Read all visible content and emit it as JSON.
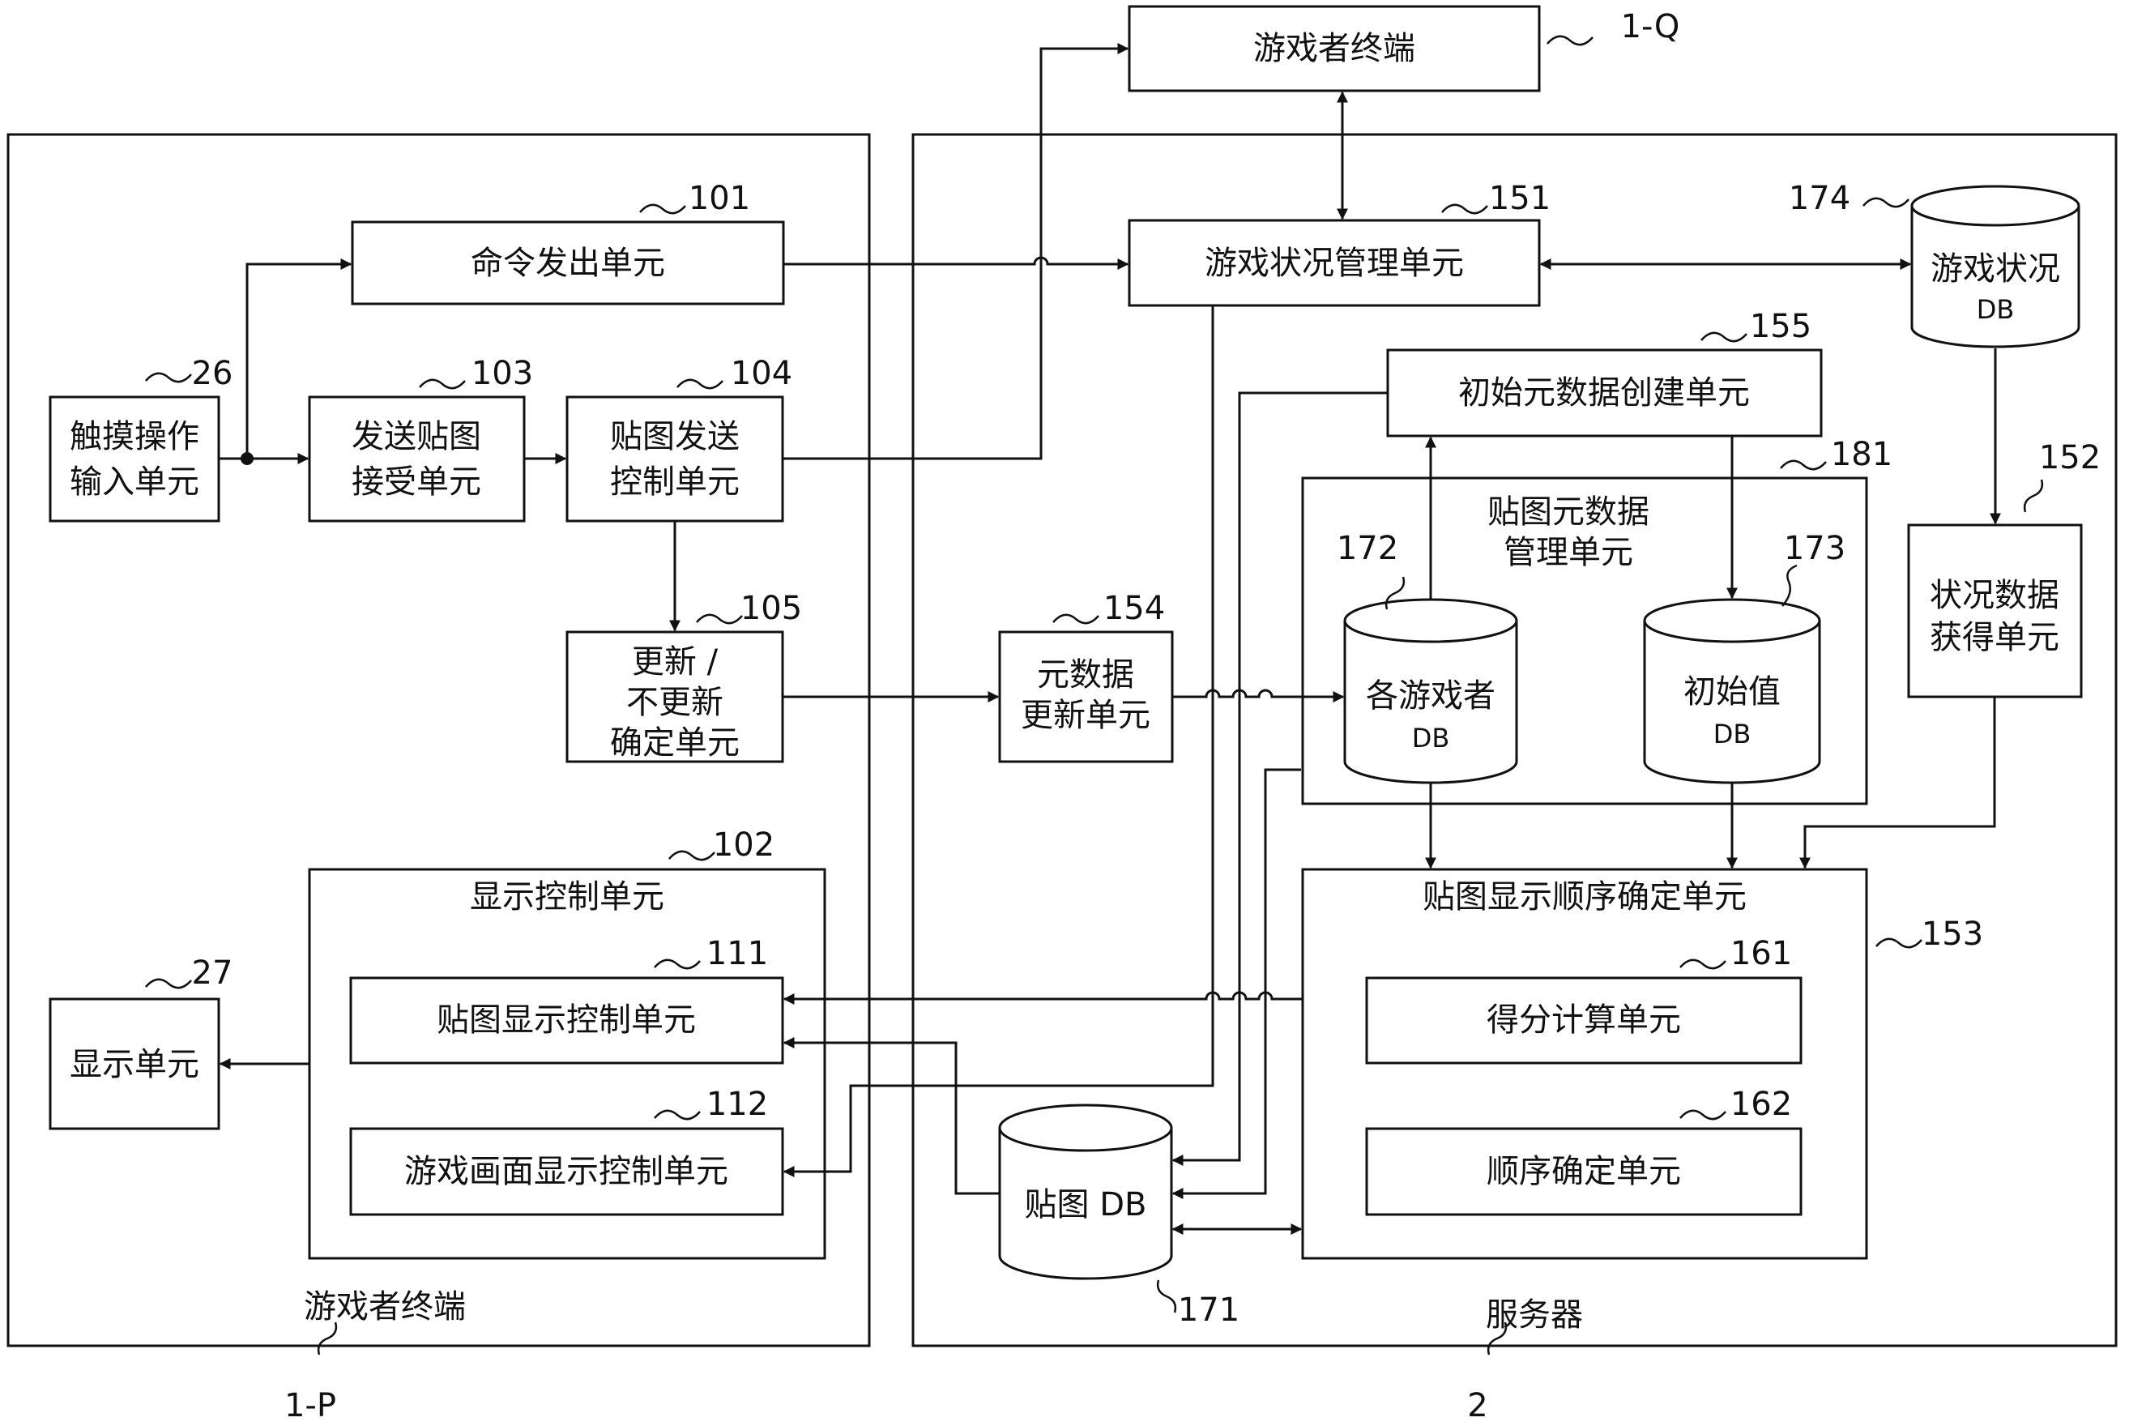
{
  "terminal_p": {
    "frame_label": "游戏者终端",
    "ref": "1-P",
    "touch_input": {
      "ref": "26",
      "lines": [
        "触摸操作",
        "输入单元"
      ]
    },
    "command_issue": {
      "ref": "101",
      "label": "命令发出单元"
    },
    "sticker_accept": {
      "ref": "103",
      "lines": [
        "发送贴图",
        "接受单元"
      ]
    },
    "sticker_send_ctrl": {
      "ref": "104",
      "lines": [
        "贴图发送",
        "控制单元"
      ]
    },
    "update_decide": {
      "ref": "105",
      "lines": [
        "更新 /",
        "不更新",
        "确定单元"
      ]
    },
    "display_ctrl": {
      "ref": "102",
      "label": "显示控制单元"
    },
    "sticker_display_ctrl": {
      "ref": "111",
      "label": "贴图显示控制单元"
    },
    "game_screen_ctrl": {
      "ref": "112",
      "label": "游戏画面显示控制单元"
    },
    "display_unit": {
      "ref": "27",
      "label": "显示单元"
    }
  },
  "terminal_q": {
    "ref": "1-Q",
    "label": "游戏者终端"
  },
  "server": {
    "frame_label": "服务器",
    "ref": "2",
    "game_state_mgr": {
      "ref": "151",
      "label": "游戏状况管理单元"
    },
    "game_state_db": {
      "ref": "174",
      "lines": [
        "游戏状况",
        "DB"
      ]
    },
    "initial_meta_create": {
      "ref": "155",
      "label": "初始元数据创建单元"
    },
    "sticker_meta_mgr": {
      "ref": "181",
      "lines": [
        "贴图元数据",
        "管理单元"
      ]
    },
    "player_db": {
      "ref": "172",
      "lines": [
        "各游戏者",
        "DB"
      ]
    },
    "initial_value_db": {
      "ref": "173",
      "lines": [
        "初始值",
        "DB"
      ]
    },
    "state_data_acquire": {
      "ref": "152",
      "lines": [
        "状况数据",
        "获得单元"
      ]
    },
    "meta_update": {
      "ref": "154",
      "lines": [
        "元数据",
        "更新单元"
      ]
    },
    "display_order_decide": {
      "ref": "153",
      "label": "贴图显示顺序确定单元"
    },
    "score_calc": {
      "ref": "161",
      "label": "得分计算单元"
    },
    "order_decide": {
      "ref": "162",
      "label": "顺序确定单元"
    },
    "sticker_db": {
      "ref": "171",
      "label": "贴图 DB"
    }
  }
}
